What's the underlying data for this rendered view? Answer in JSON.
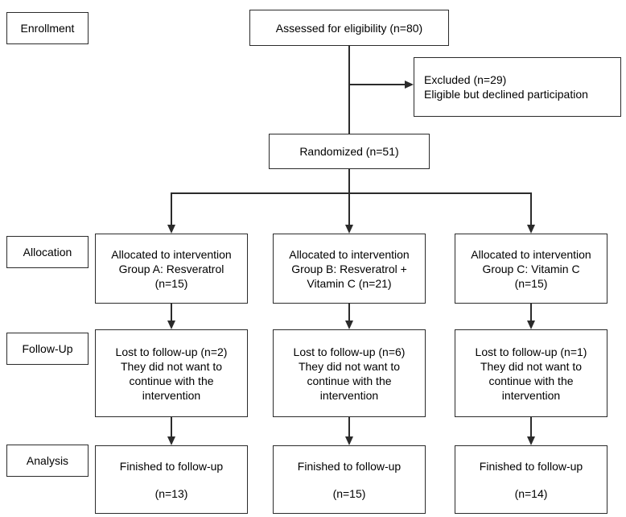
{
  "colors": {
    "line": "#2b2b2b",
    "box_border": "#2b2b2b",
    "background": "#ffffff",
    "text": "#000000"
  },
  "stages": [
    {
      "label": "Enrollment"
    },
    {
      "label": "Allocation"
    },
    {
      "label": "Follow-Up"
    },
    {
      "label": "Analysis"
    }
  ],
  "top": {
    "assessed": "Assessed for eligibility (n=80)",
    "excluded": {
      "line1": "Excluded (n=29)",
      "line2": "Eligible but declined participation"
    },
    "randomized": "Randomized (n=51)"
  },
  "columns": [
    {
      "allocation": {
        "line1": "Allocated to intervention",
        "line2": "Group A: Resveratrol",
        "line3": "(n=15)"
      },
      "followup": {
        "line1": "Lost to follow-up (n=2)",
        "line2": "They did not want to",
        "line3": "continue with the",
        "line4": "intervention"
      },
      "analysis": {
        "line1": "Finished to follow-up",
        "line2": "(n=13)"
      }
    },
    {
      "allocation": {
        "line1": "Allocated to intervention",
        "line2": "Group B: Resveratrol +",
        "line3": "Vitamin C (n=21)"
      },
      "followup": {
        "line1": "Lost to follow-up (n=6)",
        "line2": "They did not want to",
        "line3": "continue with the",
        "line4": "intervention"
      },
      "analysis": {
        "line1": "Finished to follow-up",
        "line2": "(n=15)"
      }
    },
    {
      "allocation": {
        "line1": "Allocated to intervention",
        "line2": "Group C: Vitamin C",
        "line3": "(n=15)"
      },
      "followup": {
        "line1": "Lost to follow-up (n=1)",
        "line2": "They did not want to",
        "line3": "continue with the",
        "line4": "intervention"
      },
      "analysis": {
        "line1": "Finished to follow-up",
        "line2": "(n=14)"
      }
    }
  ]
}
